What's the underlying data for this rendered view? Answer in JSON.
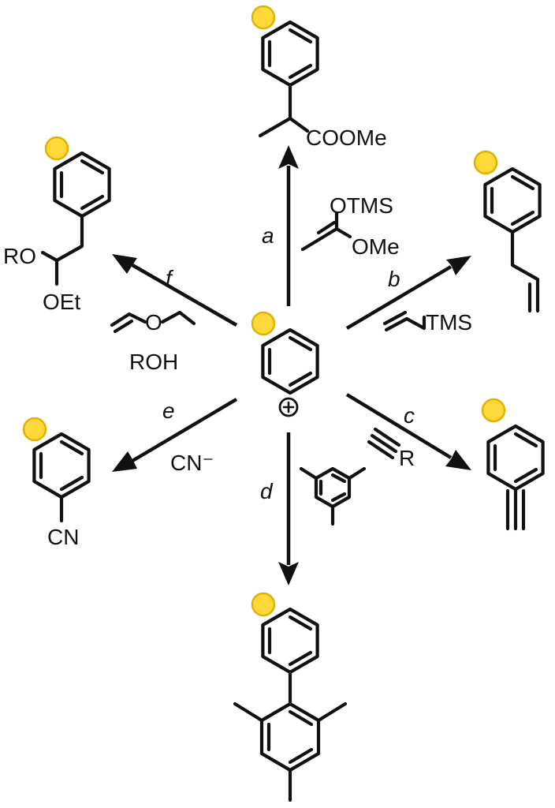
{
  "center": {
    "charge": "⊕"
  },
  "paths": [
    {
      "letter": "a",
      "reagents": [
        "OTMS",
        "OMe"
      ],
      "product": [
        "COOMe"
      ]
    },
    {
      "letter": "b",
      "reagents": [
        "TMS"
      ],
      "product": []
    },
    {
      "letter": "c",
      "reagents": [
        "R"
      ],
      "product": []
    },
    {
      "letter": "d",
      "reagents": [],
      "product": []
    },
    {
      "letter": "e",
      "reagents": [
        "CN⁻"
      ],
      "product": [
        "CN"
      ]
    },
    {
      "letter": "f",
      "reagents": [
        "O",
        "ROH"
      ],
      "product": [
        "RO",
        "OEt"
      ]
    }
  ],
  "colors": {
    "substituent_fill": "#ffd93a",
    "substituent_stroke": "#e2b100",
    "ink": "#111111"
  }
}
